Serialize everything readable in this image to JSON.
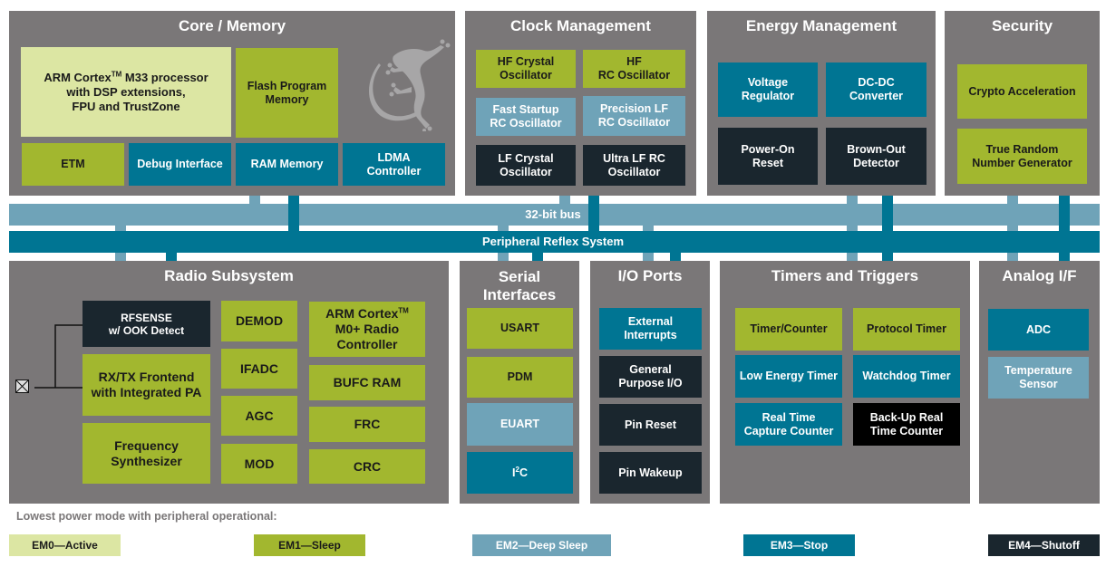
{
  "diagram_title": "EFR32 block diagram",
  "colors": {
    "panel": "#7a7778",
    "em0": "#dce6a3",
    "em1": "#a2b72f",
    "em2": "#6fa3b8",
    "em3": "#007593",
    "em4": "#1a262e",
    "backup": "#000000"
  },
  "core": {
    "title": "Core / Memory",
    "cpu_pre": "ARM Cortex",
    "cpu_tm": "TM",
    "cpu_post": " M33 processor\nwith DSP extensions,\nFPU and TrustZone",
    "flash": "Flash Program\nMemory",
    "logo_icon": "gecko-logo-icon",
    "etm": "ETM",
    "debug": "Debug Interface",
    "ram": "RAM Memory",
    "ldma": "LDMA\nController"
  },
  "clock": {
    "title": "Clock Management",
    "hfxo": "HF Crystal\nOscillator",
    "hfrco": "HF\nRC Oscillator",
    "fsrco": "Fast Startup\nRC Oscillator",
    "lfrco": "Precision LF\nRC Oscillator",
    "lfxo": "LF Crystal\nOscillator",
    "ulfrco": "Ultra LF RC\nOscillator"
  },
  "energy": {
    "title": "Energy Management",
    "vreg": "Voltage\nRegulator",
    "dcdc": "DC-DC\nConverter",
    "por": "Power-On\nReset",
    "bod": "Brown-Out\nDetector"
  },
  "security": {
    "title": "Security",
    "crypto": "Crypto Acceleration",
    "trng": "True Random\nNumber Generator"
  },
  "buses": {
    "bus32": "32-bit bus",
    "prs": "Peripheral Reflex System"
  },
  "radio": {
    "title": "Radio Subsystem",
    "antenna_icon": "antenna-port-icon",
    "rfsense": "RFSENSE\nw/ OOK Detect",
    "frontend": "RX/TX Frontend\nwith Integrated PA",
    "synth": "Frequency\nSynthesizer",
    "demod": "DEMOD",
    "ifadc": "IFADC",
    "agc": "AGC",
    "mod": "MOD",
    "m0_pre": "ARM Cortex",
    "m0_tm": "TM",
    "m0_post": "\nM0+ Radio\nController",
    "bufc": "BUFC RAM",
    "frc": "FRC",
    "crc": "CRC"
  },
  "serial": {
    "title": "Serial\nInterfaces",
    "usart": "USART",
    "pdm": "PDM",
    "euart": "EUART",
    "i2c_pre": "I",
    "i2c_sup": "2",
    "i2c_post": "C"
  },
  "io": {
    "title": "I/O Ports",
    "extint": "External\nInterrupts",
    "gpio": "General\nPurpose I/O",
    "pinreset": "Pin Reset",
    "pinwake": "Pin Wakeup"
  },
  "timers": {
    "title": "Timers and Triggers",
    "timer": "Timer/Counter",
    "protimer": "Protocol Timer",
    "letimer": "Low Energy Timer",
    "wdog": "Watchdog Timer",
    "rtcc": "Real Time\nCapture Counter",
    "burtc": "Back-Up Real\nTime Counter"
  },
  "analog": {
    "title": "Analog I/F",
    "adc": "ADC",
    "temp": "Temperature\nSensor"
  },
  "legend": {
    "label": "Lowest power mode with peripheral operational:",
    "items": [
      "EM0—Active",
      "EM1—Sleep",
      "EM2—Deep Sleep",
      "EM3—Stop",
      "EM4—Shutoff"
    ]
  }
}
